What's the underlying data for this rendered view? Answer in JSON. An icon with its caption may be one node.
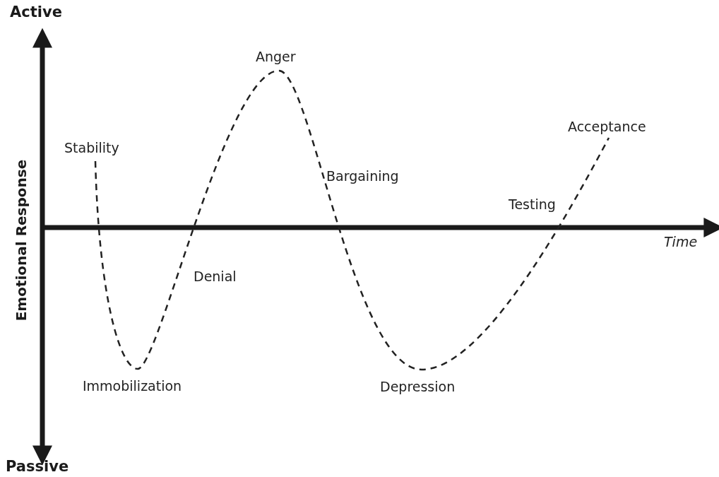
{
  "diagram": {
    "labels": [
      "Active",
      "Anger",
      "Acceptance",
      "Stability",
      "Bargaining",
      "Emotional Response",
      "Testing",
      "Time",
      "Denial",
      "Immobilization",
      "Depression",
      "Passive"
    ]
  }
}
